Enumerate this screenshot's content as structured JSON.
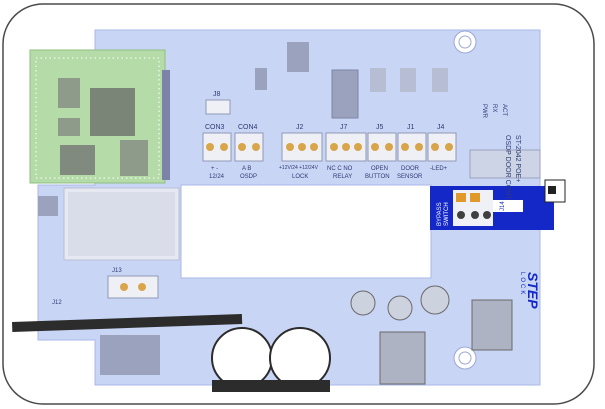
{
  "board": {
    "title_line1": "ST-2042 POE+",
    "title_line2": "OSDP DOOR CONT.",
    "brand": "STEP",
    "brand_sub": "LOCK",
    "colors": {
      "pcb": "#c9d5f5",
      "pcb_outline": "#aab8e8",
      "silk": "#2f3a73",
      "highlight": "#1428c8",
      "module": "#b5dba8",
      "frame": "#4a4a4a"
    }
  },
  "connectors": {
    "j8": "J8",
    "con3": "CON3",
    "con4": "CON4",
    "j2": "J2",
    "j7": "J7",
    "j5": "J5",
    "j1": "J1",
    "j4": "J4",
    "j14": "J14",
    "j13": "J13",
    "j12": "J12"
  },
  "captions": {
    "con3": "+ -",
    "con3_sub": "12/24",
    "con4": "A  B",
    "con4_sub": "OSDP",
    "j2_pins": "+12V/24  +12/24V",
    "j2": "LOCK",
    "j7_pins": "NC  C  NO",
    "j7": "RELAY",
    "j5_pins": "OPEN",
    "j5": "BUTTON",
    "j1_pins": "DOOR",
    "j1": "SENSOR",
    "j4": "-LED+",
    "bypass_line1": "BYPASS",
    "bypass_line2": "SWITCH"
  },
  "leds": [
    "PWR",
    "RX",
    "ACT"
  ]
}
